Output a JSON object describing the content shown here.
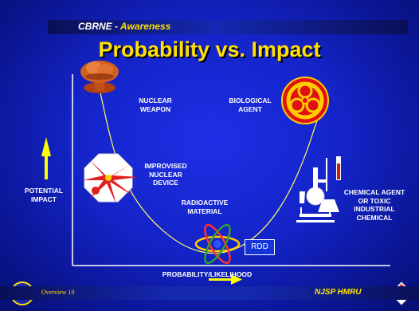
{
  "header": {
    "brand_prefix": "CBRNE - ",
    "brand_accent": "Awareness"
  },
  "title": "Probability vs. Impact",
  "labels": {
    "nuclear_weapon": [
      "NUCLEAR",
      "WEAPON"
    ],
    "biological_agent": [
      "BIOLOGICAL",
      "AGENT"
    ],
    "improvised_device": [
      "IMPROVISED",
      "NUCLEAR",
      "DEVICE"
    ],
    "potential_impact": [
      "POTENTIAL",
      "IMPACT"
    ],
    "radioactive_material": [
      "RADIOACTIVE",
      "MATERIAL"
    ],
    "chemical_agent": [
      "CHEMICAL AGENT",
      "OR TOXIC",
      "INDUSTRIAL",
      "CHEMICAL"
    ],
    "rdd": "RDD",
    "x_axis": "PROBABILITY/LIKELIHOOD"
  },
  "footer": {
    "left": "Overview  10",
    "right": "NJSP HMRU"
  },
  "colors": {
    "title": "#ffe000",
    "curve": "#ffff66",
    "background": "#1424c8"
  },
  "icons": [
    "mushroom-cloud-icon",
    "biohazard-icon",
    "explosion-icon",
    "atom-icon",
    "lab-flask-icon",
    "njsp-badge-icon",
    "hazmat-diamond-icon"
  ]
}
